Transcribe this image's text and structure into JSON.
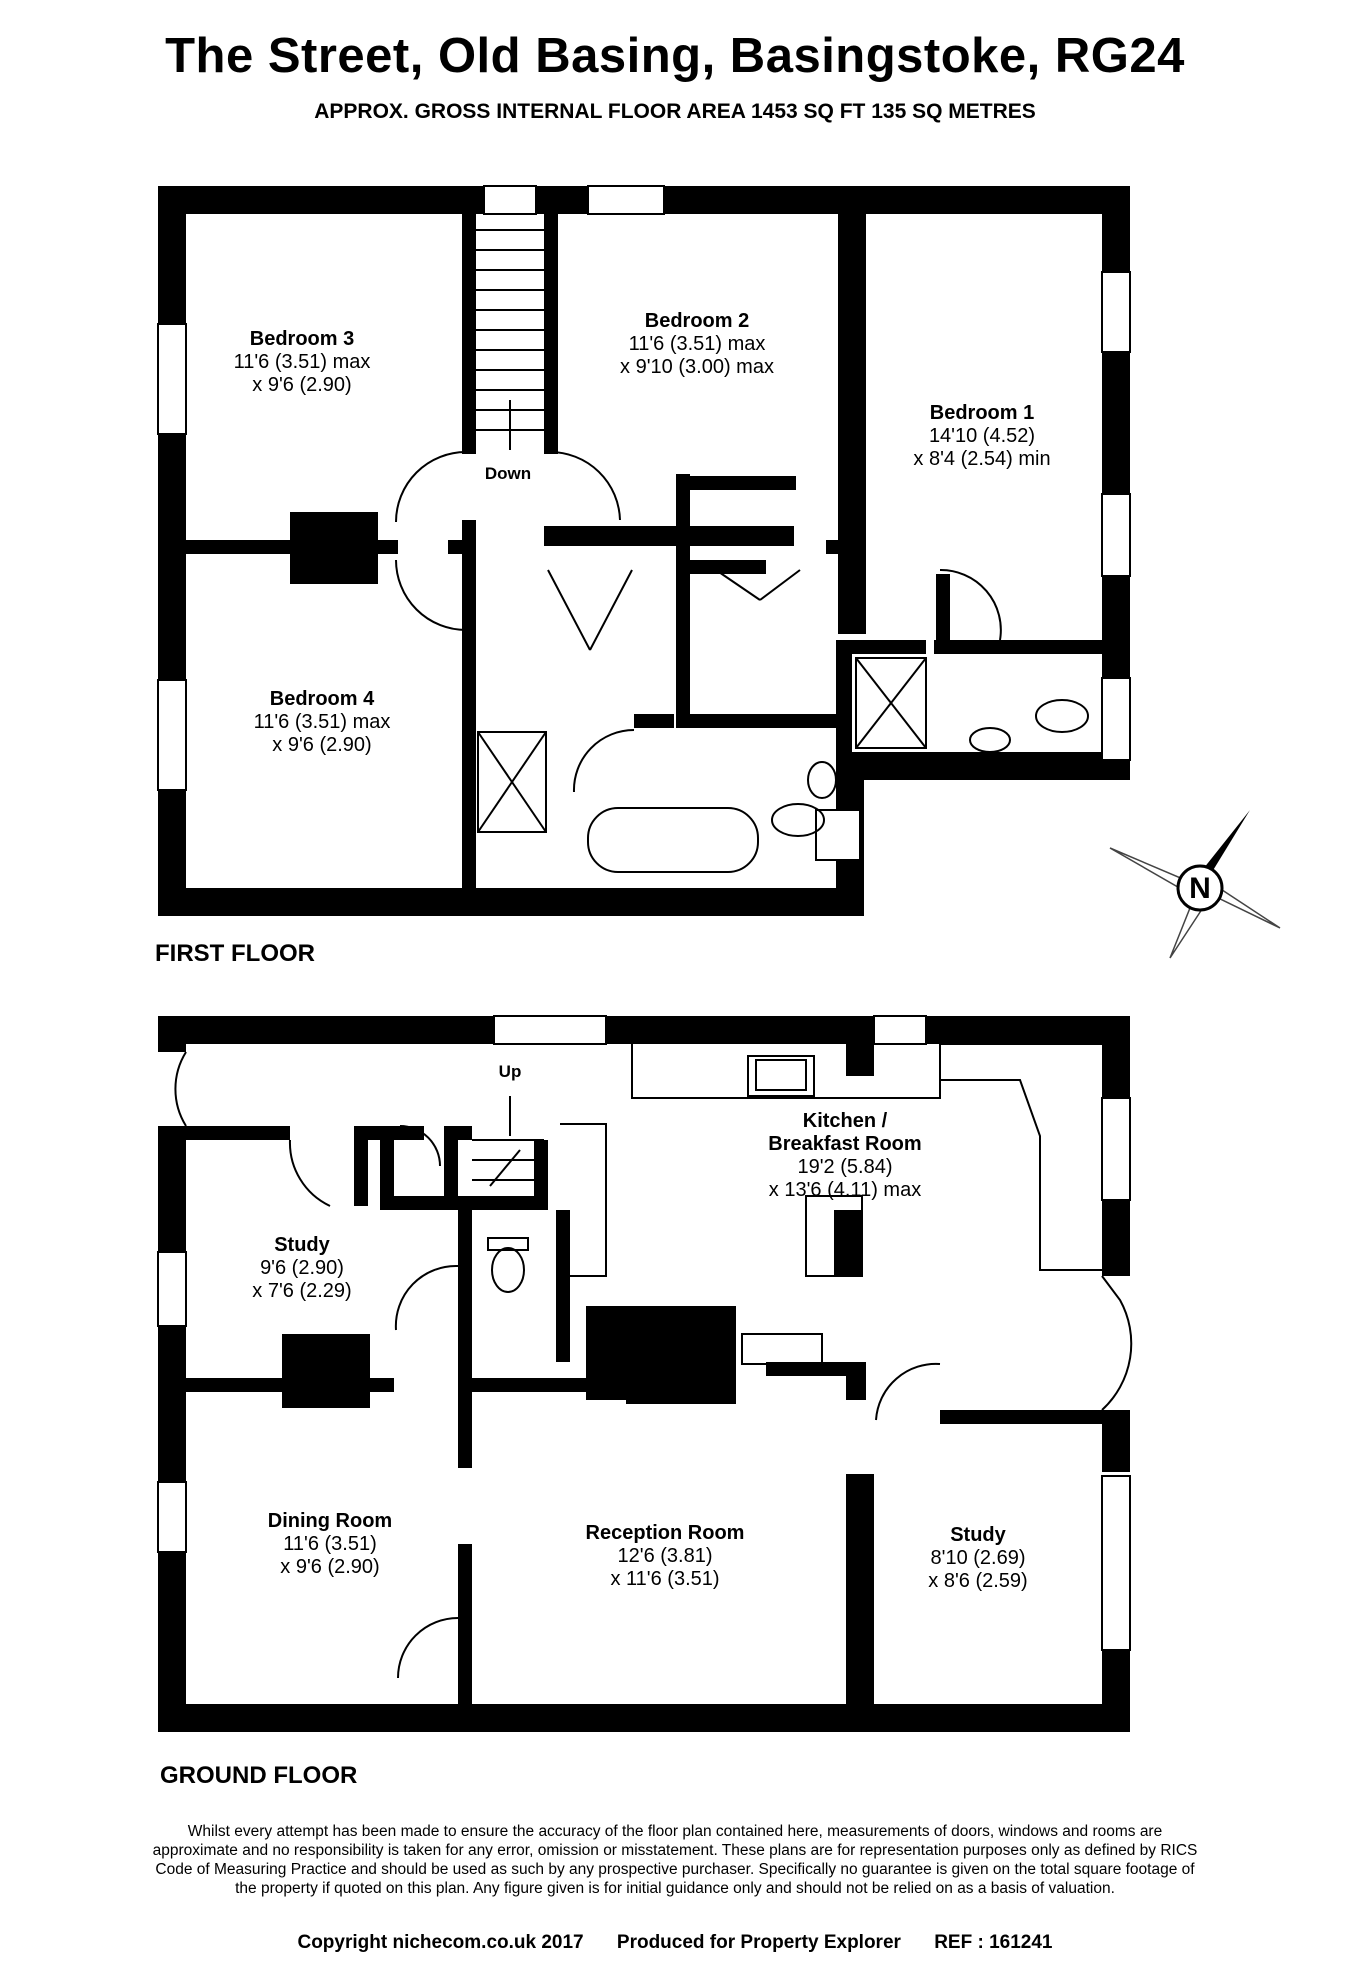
{
  "title": "The Street, Old Basing, Basingstoke, RG24",
  "subtitle": "APPROX. GROSS INTERNAL FLOOR AREA 1453 SQ FT 135 SQ METRES",
  "first_floor": {
    "label": "FIRST FLOOR",
    "stairs_label": "Down",
    "rooms": [
      {
        "name": "Bedroom 3",
        "dims": [
          "11'6 (3.51) max",
          "x 9'6 (2.90)"
        ]
      },
      {
        "name": "Bedroom 2",
        "dims": [
          "11'6 (3.51) max",
          "x 9'10 (3.00) max"
        ]
      },
      {
        "name": "Bedroom 1",
        "dims": [
          "14'10 (4.52)",
          "x 8'4 (2.54) min"
        ]
      },
      {
        "name": "Bedroom 4",
        "dims": [
          "11'6 (3.51) max",
          "x 9'6 (2.90)"
        ]
      }
    ]
  },
  "ground_floor": {
    "label": "GROUND FLOOR",
    "stairs_label": "Up",
    "rooms": [
      {
        "name": "Kitchen /",
        "name2": "Breakfast Room",
        "dims": [
          "19'2 (5.84)",
          "x 13'6 (4.11) max"
        ]
      },
      {
        "name": "Study",
        "dims": [
          "9'6 (2.90)",
          "x 7'6 (2.29)"
        ]
      },
      {
        "name": "Dining Room",
        "dims": [
          "11'6 (3.51)",
          "x 9'6 (2.90)"
        ]
      },
      {
        "name": "Reception Room",
        "dims": [
          "12'6 (3.81)",
          "x 11'6 (3.51)"
        ]
      },
      {
        "name": "Study",
        "dims": [
          "8'10 (2.69)",
          "x 8'6 (2.59)"
        ]
      }
    ]
  },
  "compass_label": "N",
  "disclaimer": "Whilst every attempt has been made to ensure the accuracy of the floor plan contained here, measurements of doors, windows and rooms are approximate and no responsibility is taken for any error, omission or misstatement. These plans are for representation purposes only as defined by RICS Code of Measuring Practice and should be used as such by any prospective purchaser. Specifically no guarantee is given on the total square footage of the property if quoted on this plan. Any figure given is for initial guidance only and should not be relied on as a basis of valuation.",
  "footer": {
    "copyright": "Copyright nichecom.co.uk 2017",
    "produced": "Produced for Property Explorer",
    "ref": "REF :  161241"
  }
}
